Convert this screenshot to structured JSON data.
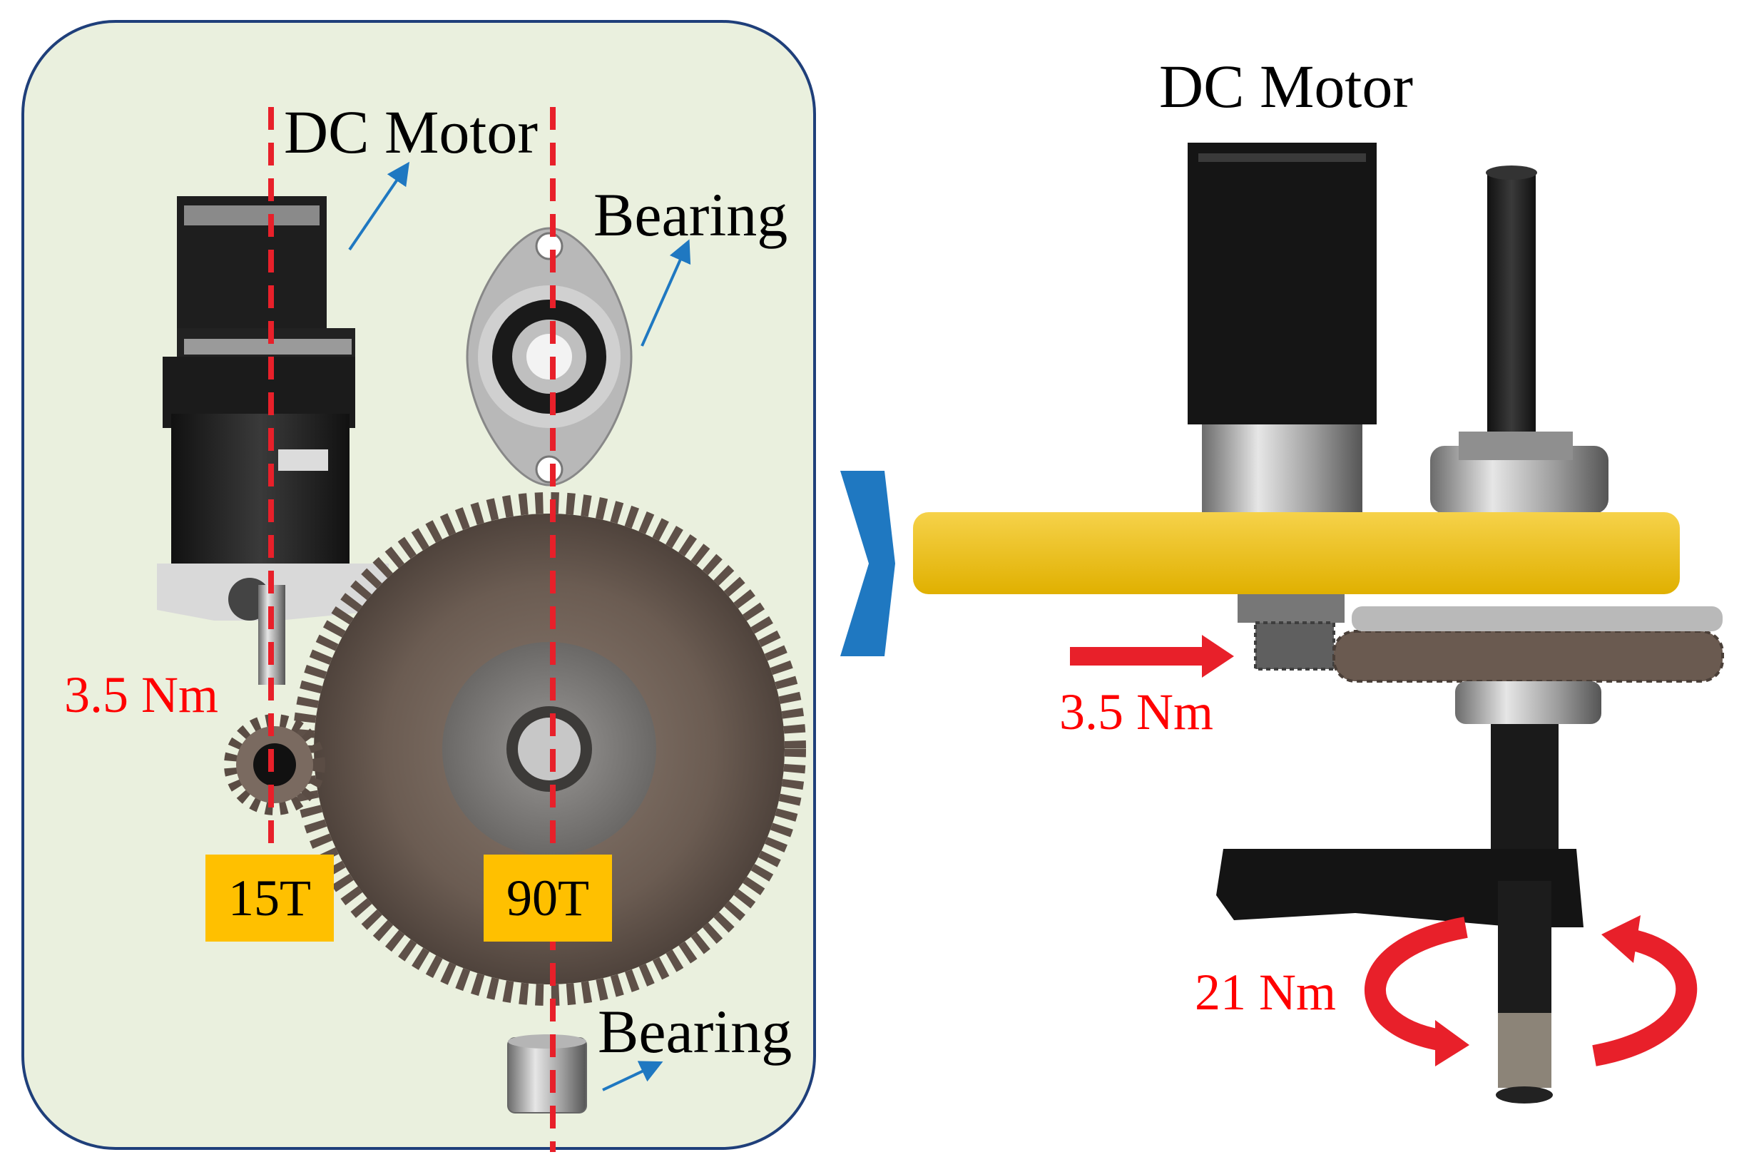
{
  "left_panel": {
    "motor_label": "DC Motor",
    "bearing_top_label": "Bearing",
    "bearing_bottom_label": "Bearing",
    "input_torque": "3.5 Nm",
    "small_gear_teeth": "15T",
    "large_gear_teeth": "90T"
  },
  "right_panel": {
    "motor_label": "DC Motor",
    "input_torque": "3.5 Nm",
    "output_torque": "21 Nm"
  },
  "colors": {
    "panel_bg": "#eaf0de",
    "panel_border": "#1f3f7a",
    "axis_dash": "#e8202a",
    "tag_fill": "#ffc000",
    "arrow_blue": "#1f78c1",
    "torque_red": "#ff0000",
    "gear_metal": "#6e5f55",
    "yellow_plate": "#f2c200"
  }
}
